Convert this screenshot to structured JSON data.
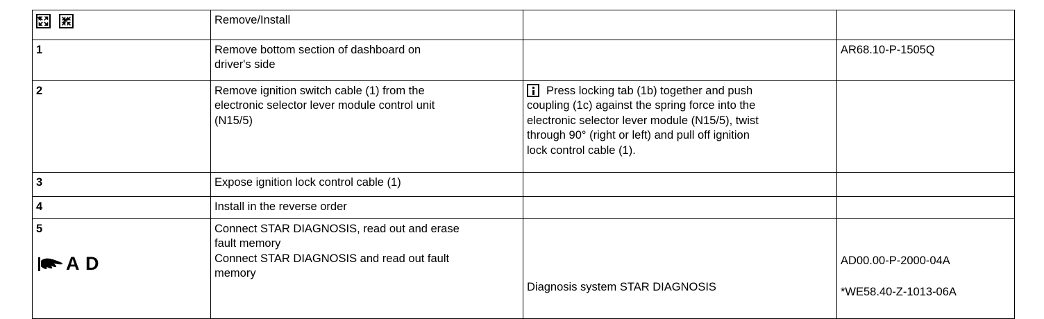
{
  "table": {
    "columns": [
      "step",
      "operation",
      "note",
      "reference"
    ],
    "header_row": {
      "icons": [
        "expand-icon",
        "collapse-icon"
      ],
      "operation": "Remove/Install",
      "note": "",
      "reference": ""
    },
    "rows": [
      {
        "step": "1",
        "operation_lines": [
          "Remove bottom section of dashboard on",
          "driver's side"
        ],
        "note_lines": [],
        "reference_lines": [
          "AR68.10-P-1505Q"
        ]
      },
      {
        "step": "2",
        "operation_lines": [
          "Remove ignition switch cable (1) from the",
          "electronic selector lever module control unit",
          "(N15/5)"
        ],
        "note_icon": "info-icon",
        "note_lines": [
          "Press locking  tab (1b) together and push",
          "coupling (1c) against the spring force into the",
          "electronic selector lever module (N15/5), twist",
          "through 90° (right or left) and pull off ignition",
          "lock control cable (1)."
        ],
        "reference_lines": []
      },
      {
        "step": "3",
        "operation_lines": [
          "Expose ignition lock control cable (1)"
        ],
        "note_lines": [],
        "reference_lines": []
      },
      {
        "step": "4",
        "operation_lines": [
          "Install in the reverse order"
        ],
        "note_lines": [],
        "reference_lines": []
      },
      {
        "step": "5",
        "step_marker_icon": "pointing-hand-icon",
        "step_marker_text": "A D",
        "operation_lines": [
          "Connect STAR DIAGNOSIS, read out and erase",
          "fault memory",
          "Connect STAR DIAGNOSIS and read out fault",
          "memory"
        ],
        "note_bottom": "Diagnosis system STAR DIAGNOSIS",
        "reference_lines": [
          "AD00.00-P-2000-04A",
          "*WE58.40-Z-1013-06A"
        ]
      }
    ]
  },
  "colors": {
    "border": "#000000",
    "text": "#000000",
    "background": "#ffffff"
  }
}
